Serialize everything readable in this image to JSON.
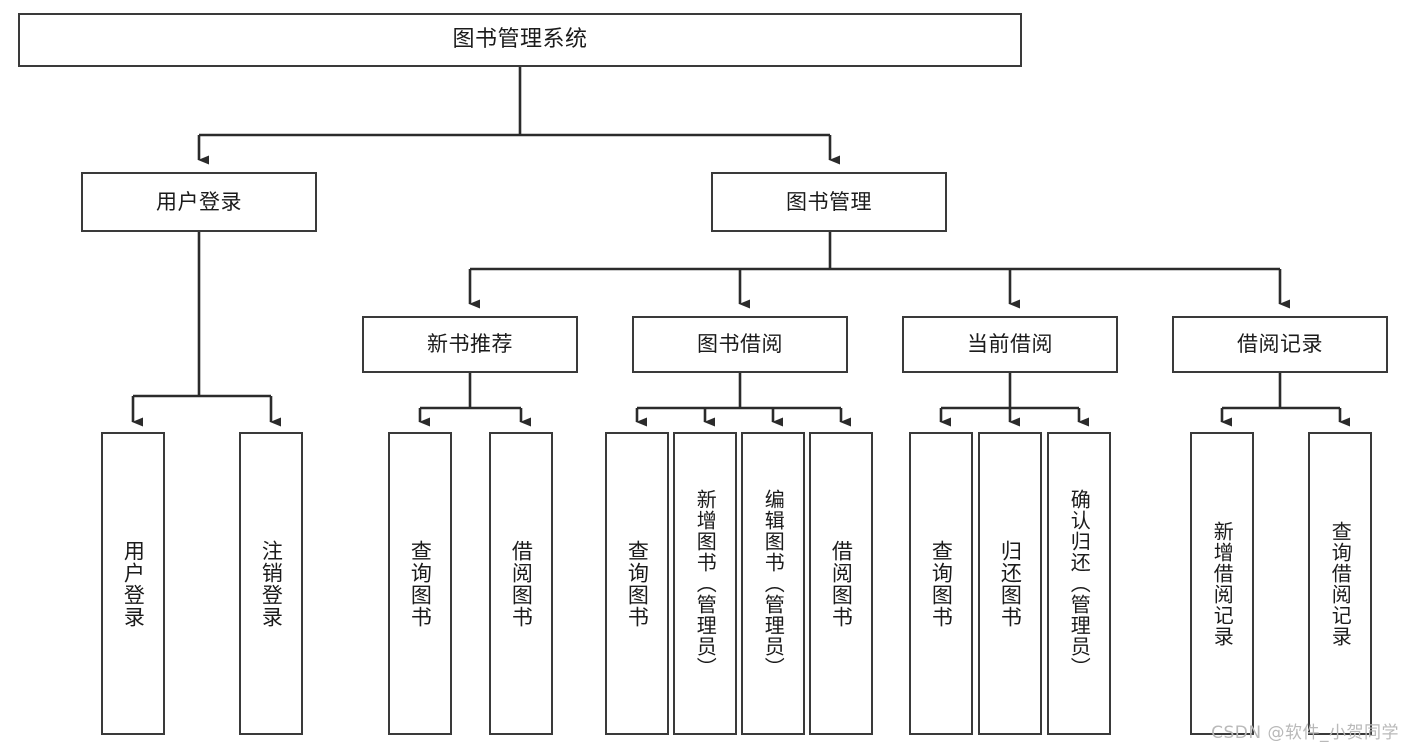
{
  "diagram": {
    "title": "图书管理系统",
    "type": "tree",
    "watermark": "CSDN @软件_小贺同学",
    "colors": {
      "box_border": "#3a3a3a",
      "box_fill": "#ffffff",
      "edge": "#2b2b2b",
      "text": "#1b1b1b",
      "watermark": "#b9b9b9",
      "background": "#ffffff"
    },
    "nodes": {
      "root": {
        "label": "图书管理系统"
      },
      "level1": [
        {
          "id": "user-login",
          "label": "用户登录"
        },
        {
          "id": "book-manage",
          "label": "图书管理"
        }
      ],
      "level2": [
        {
          "id": "new-book-recommend",
          "label": "新书推荐"
        },
        {
          "id": "book-borrow",
          "label": "图书借阅"
        },
        {
          "id": "current-borrow",
          "label": "当前借阅"
        },
        {
          "id": "borrow-record",
          "label": "借阅记录"
        }
      ],
      "leaves": {
        "user-login": [
          {
            "id": "leaf-user-login",
            "label": "用户登录"
          },
          {
            "id": "leaf-user-logout",
            "label": "注销登录"
          }
        ],
        "new-book-recommend": [
          {
            "id": "leaf-query-book-1",
            "label": "查询图书"
          },
          {
            "id": "leaf-borrow-book-1",
            "label": "借阅图书"
          }
        ],
        "book-borrow": [
          {
            "id": "leaf-query-book-2",
            "label": "查询图书"
          },
          {
            "id": "leaf-add-book",
            "label": "新增图书（管理员）"
          },
          {
            "id": "leaf-edit-book",
            "label": "编辑图书（管理员）"
          },
          {
            "id": "leaf-borrow-book-2",
            "label": "借阅图书"
          }
        ],
        "current-borrow": [
          {
            "id": "leaf-query-book-3",
            "label": "查询图书"
          },
          {
            "id": "leaf-return-book",
            "label": "归还图书"
          },
          {
            "id": "leaf-confirm-return",
            "label": "确认归还（管理员）"
          }
        ],
        "borrow-record": [
          {
            "id": "leaf-add-record",
            "label": "新增借阅记录"
          },
          {
            "id": "leaf-query-record",
            "label": "查询借阅记录"
          }
        ]
      }
    }
  }
}
